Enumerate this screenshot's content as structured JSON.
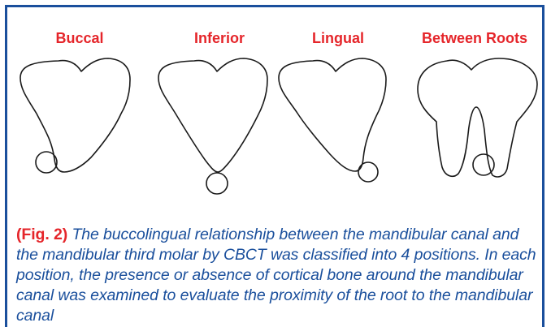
{
  "figure": {
    "position_labels": {
      "buccal": "Buccal",
      "inferior": "Inferior",
      "lingual": "Lingual",
      "between_roots": "Between Roots"
    },
    "caption": {
      "figure_ref": "(Fig. 2)",
      "text": "The buccolingual relationship between the mandibular canal and the mandibular third molar by CBCT was classified into 4 positions. In each position, the presence or absence of cortical bone around the mandibular canal was examined to evaluate the proximity of the root to the mandibular canal"
    },
    "colors": {
      "label": "#e5252a",
      "caption": "#1a4f9c",
      "border": "#1a4f9c",
      "outline": "#1a1a1a"
    }
  }
}
